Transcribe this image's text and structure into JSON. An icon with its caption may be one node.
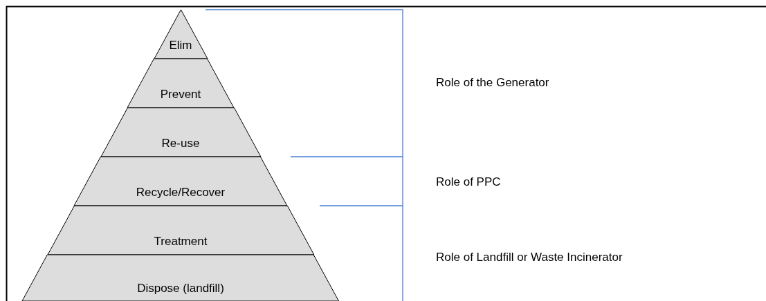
{
  "diagram": {
    "nodes": [
      {
        "text": [
          "Elim"
        ]
      },
      {
        "text": [
          "Prevent"
        ]
      },
      {
        "text": [
          "Re-use"
        ]
      },
      {
        "text": [
          "Recycle/Recover"
        ]
      },
      {
        "text": [
          "Treatment"
        ]
      },
      {
        "text": [
          "Dispose (landfill)"
        ]
      }
    ],
    "labels": [
      "Role of the Generator",
      "Role of PPC",
      "Role of Landfill or Waste Incinerator"
    ]
  }
}
